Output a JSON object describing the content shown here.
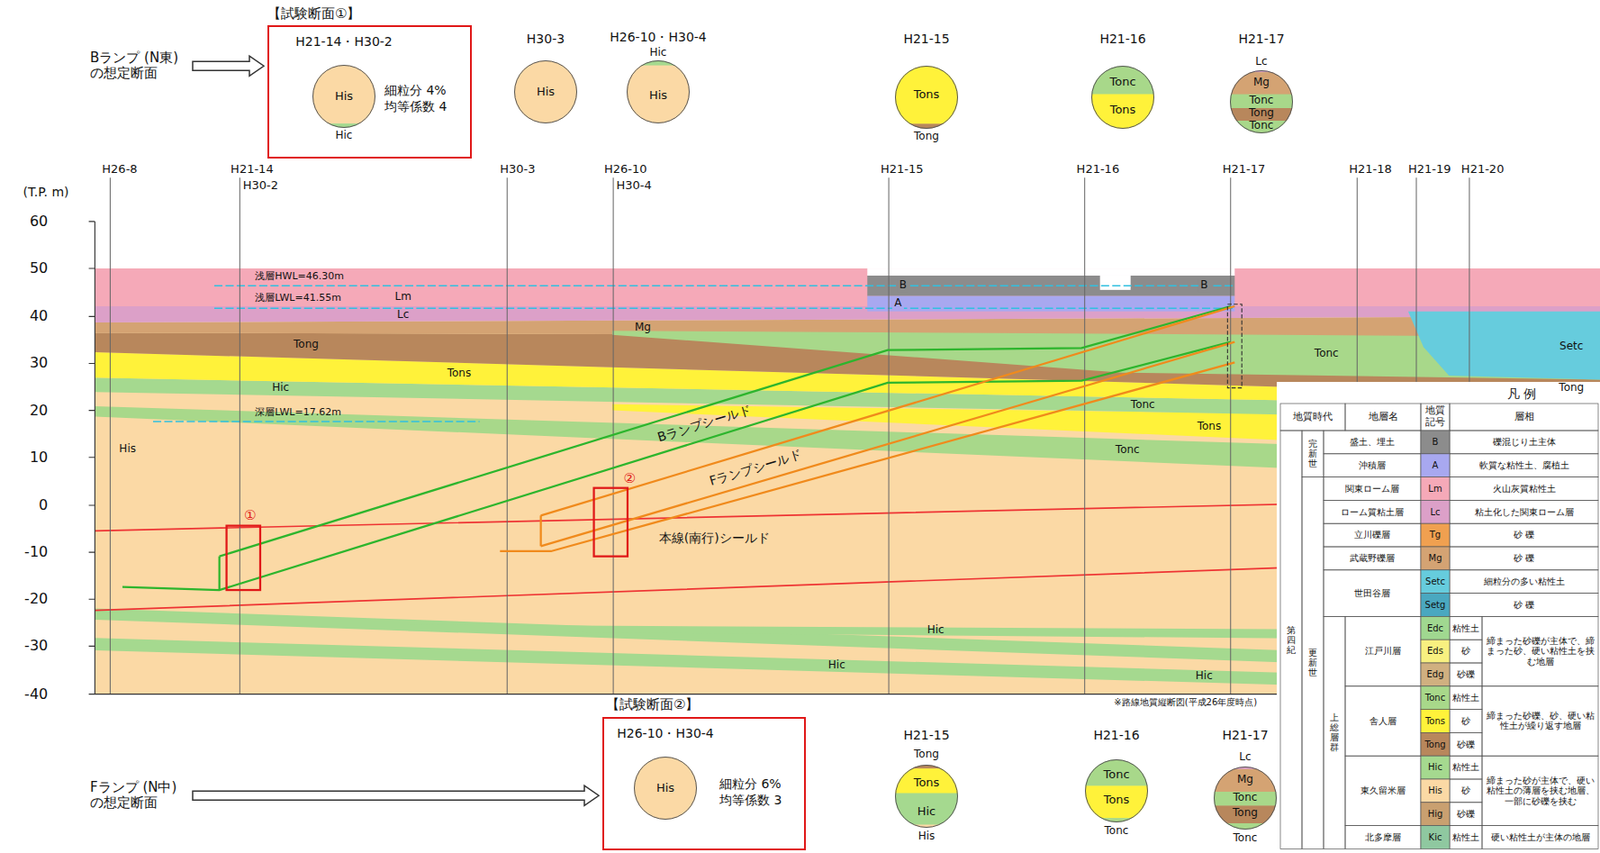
{
  "diagram": {
    "nodes": [
      {
        "text": [
          "Bランプ (N東) の想定断面"
        ]
      },
      {
        "text": [
          "【試験断面①】",
          "H21-14・H30-2",
          "細粒分 4%",
          "均等係数 4"
        ]
      },
      {
        "text": [
          "His",
          "Hic"
        ],
        "in": 1
      },
      {
        "text": [
          "H30-3",
          "His"
        ]
      },
      {
        "text": [
          "H26-10・H30-4",
          "Hic",
          "His"
        ]
      },
      {
        "text": [
          "H21-15",
          "Tons",
          "Tong"
        ]
      },
      {
        "text": [
          "H21-16",
          "Tonc",
          "Tons"
        ]
      },
      {
        "text": [
          "H21-17",
          "Lc",
          "Mg",
          "Tonc",
          "Tong",
          "Tonc"
        ]
      },
      {
        "text": [
          "Fランプ (N中) の想定断面"
        ]
      },
      {
        "text": [
          "【試験断面②】",
          "H26-10・H30-4",
          "細粒分 6%",
          "均等係数 3"
        ]
      },
      {
        "text": [
          "His"
        ],
        "in": 9
      },
      {
        "text": [
          "H21-15",
          "Tong",
          "Tons",
          "Hic",
          "His"
        ]
      },
      {
        "text": [
          "H21-16",
          "Tonc",
          "Tons",
          "Tonc"
        ]
      },
      {
        "text": [
          "H21-17",
          "Lc",
          "Mg",
          "Tonc",
          "Tong",
          "Tonc"
        ]
      }
    ],
    "edges": [
      {
        "from": 0,
        "to": 1,
        "arrow": "to"
      },
      {
        "from": 8,
        "to": 9,
        "arrow": "to"
      }
    ],
    "labels": [
      "(T.P. m)",
      "60",
      "50",
      "40",
      "30",
      "20",
      "10",
      "0",
      "-10",
      "-20",
      "-30",
      "-40",
      "H26-8",
      "H21-14",
      "H30-2",
      "H30-3",
      "H26-10",
      "H30-4",
      "H21-15",
      "H21-16",
      "H21-17",
      "H21-18",
      "H21-19",
      "H21-20",
      "浅層HWL=46.30m",
      "浅層LWL=41.55m",
      "深層LWL=17.62m",
      "Lm",
      "Lc",
      "Mg",
      "Tong",
      "Tons",
      "Hic",
      "His",
      "Tonc",
      "Setc",
      "Tong",
      "Tonc",
      "Tons",
      "Tonc",
      "Hic",
      "Hic",
      "Hic",
      "B",
      "A",
      "B",
      "Bランプシールド",
      "Fランプシールド",
      "本線(南行)シールド",
      "①",
      "②",
      "※路線地質縦断図(平成26年度時点)",
      "凡 例",
      "地質時代",
      "地層名",
      "地質記号",
      "層相",
      "第四紀",
      "完新世",
      "更新世",
      "上総層群",
      "盛土、埋土",
      "沖積層",
      "関東ローム層",
      "ローム質粘土層",
      "立川礫層",
      "武蔵野礫層",
      "世田谷層",
      "江戸川層",
      "舎人層",
      "東久留米層",
      "北多摩層",
      "礫混じり土主体",
      "軟質な粘性土、腐植土",
      "火山灰質粘性土",
      "粘土化した関東ローム層",
      "砂 礫",
      "砂 礫",
      "細粒分の多い粘性土",
      "砂 礫",
      "粘性土",
      "砂",
      "砂礫",
      "締まった砂礫が主体で、締まった砂、硬い粘性土を挟む地層",
      "粘性土",
      "砂",
      "砂礫",
      "締まった砂礫、砂、硬い粘性土が繰り返す地層",
      "粘性土",
      "砂",
      "砂礫",
      "締まった砂が主体で、硬い粘性土の薄層を挟む地層、一部に砂礫を挟む",
      "粘性土",
      "硬い粘性土が主体の地層"
    ],
    "legend": [
      {
        "text": "B",
        "color": "#8c8c8c"
      },
      {
        "text": "A",
        "color": "#a8a8f0"
      },
      {
        "text": "Lm",
        "color": "#f5a9b8"
      },
      {
        "text": "Lc",
        "color": "#dca0c8"
      },
      {
        "text": "Tg",
        "color": "#f0a050"
      },
      {
        "text": "Mg",
        "color": "#d4a373"
      },
      {
        "text": "Setc",
        "color": "#66ccdd"
      },
      {
        "text": "Setg",
        "color": "#4aa8c0"
      },
      {
        "text": "Edc",
        "color": "#a0d890"
      },
      {
        "text": "Eds",
        "color": "#f8f080"
      },
      {
        "text": "Edg",
        "color": "#d0b080"
      },
      {
        "text": "Tonc",
        "color": "#a8d88a"
      },
      {
        "text": "Tons",
        "color": "#fff23a"
      },
      {
        "text": "Tong",
        "color": "#b8875c"
      },
      {
        "text": "Hic",
        "color": "#a5d98f"
      },
      {
        "text": "His",
        "color": "#fbd9a5"
      },
      {
        "text": "Hig",
        "color": "#c9a070"
      },
      {
        "text": "Kic",
        "color": "#8fc8a0"
      }
    ]
  }
}
